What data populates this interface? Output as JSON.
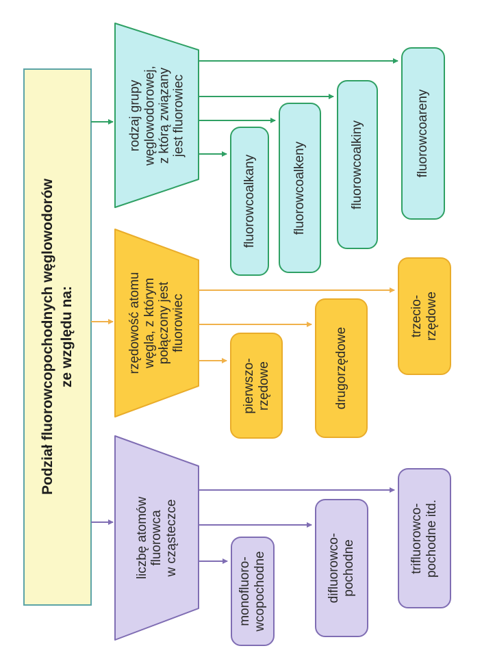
{
  "title": "Podział fluorowcopochodnych węglowodorów\nze  względu  na:",
  "colors": {
    "title_fill": "#fbf8c8",
    "title_border": "#5aa3a6",
    "purple_fill": "#d8d1ef",
    "purple_border": "#7f6db3",
    "orange_fill": "#fccd43",
    "orange_border": "#e9ac2a",
    "green_fill": "#c3eef0",
    "green_border": "#2fa064"
  },
  "categories": [
    {
      "label": "liczbę atomów\nfluorowca\nw cząsteczce",
      "theme": "purple",
      "leaves": [
        {
          "label": "monofluoro-\nwcopochodne"
        },
        {
          "label": "difluorowco-\npochodne"
        },
        {
          "label": "trifluorowco-\npochodne itd."
        }
      ]
    },
    {
      "label": "rzędowość atomu\nwęgla, z którym\npołączony jest\nfluorowiec",
      "theme": "orange",
      "leaves": [
        {
          "label": "pierwszo-\nrzędowe"
        },
        {
          "label": "drugorzędowe"
        },
        {
          "label": "trzecio-\nrzędowe"
        }
      ]
    },
    {
      "label": "rodzaj grupy\nwęglowodorowej,\nz którą związany\njest fluorowiec",
      "theme": "green",
      "leaves": [
        {
          "label": "fluorowcoalkany"
        },
        {
          "label": "fluorowcoalkeny"
        },
        {
          "label": "fluorowcoalkiny"
        },
        {
          "label": "fluorowcoareny"
        }
      ]
    }
  ]
}
